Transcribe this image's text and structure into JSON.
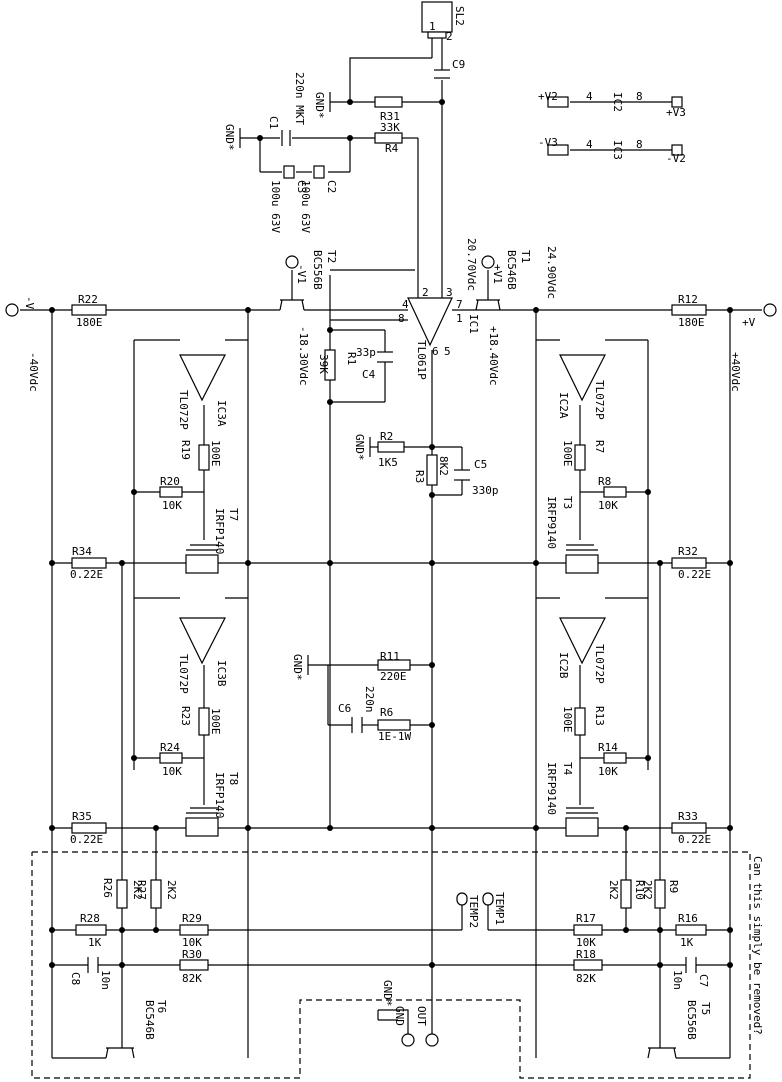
{
  "connector": {
    "name": "SL2",
    "pin1": "1",
    "pin2": "2"
  },
  "nets": {
    "gnd": "GND*",
    "gnd_out": "GND",
    "out": "OUT",
    "vneg": "-V",
    "vpos": "+V",
    "vneg_v1": "-V1",
    "vpos_v1": "+V1",
    "plus_v2": "+V2",
    "plus_v3": "+V3",
    "minus_v3": "-V3",
    "minus_v2": "-V2"
  },
  "ic_power": {
    "ic2": "IC2",
    "ic3": "IC3",
    "pin4": "4",
    "pin8": "8"
  },
  "voltages": {
    "v_neg40": "-40Vdc",
    "v_pos40": "+40Vdc",
    "v_207": "20.70Vdc",
    "v_249": "24.90Vdc",
    "v_m183": "-18.30Vdc",
    "v_p184": "+18.40Vdc"
  },
  "components": {
    "C9": "C9",
    "C1": "C1",
    "C1_val": "220n MKT",
    "C3": "C3",
    "C2": "C2",
    "C3_val": "100u 63V",
    "C2_val": "100u 63V",
    "R31": "R31",
    "R31_val": "33K",
    "R4": "R4",
    "T2": "T2",
    "T2_type": "BC556B",
    "T1": "T1",
    "T1_type": "BC546B",
    "R22": "R22",
    "R22_val": "180E",
    "R12": "R12",
    "R12_val": "180E",
    "IC1": "IC1",
    "IC1_type": "TL061P",
    "R1": "R1",
    "R1_val": "39K",
    "C4": "C4",
    "C4_val": "33p",
    "R2": "R2",
    "R2_val": "1K5",
    "R3": "R3",
    "R3_val": "8K2",
    "C5": "C5",
    "C5_val": "330p",
    "IC3A": "IC3A",
    "IC3A_type": "TL072P",
    "IC2A": "IC2A",
    "IC2A_type": "TL072P",
    "R19": "R19",
    "R19_val": "100E",
    "R7": "R7",
    "R7_val": "100E",
    "R20": "R20",
    "R20_val": "10K",
    "R8": "R8",
    "R8_val": "10K",
    "T7": "T7",
    "T7_type": "IRFP140",
    "T3": "T3",
    "T3_type": "IRFP9140",
    "R34": "R34",
    "R34_val": "0.22E",
    "R32": "R32",
    "R32_val": "0.22E",
    "IC3B": "IC3B",
    "IC3B_type": "TL072P",
    "IC2B": "IC2B",
    "IC2B_type": "TL072P",
    "R11": "R11",
    "R11_val": "220E",
    "C6": "C6",
    "C6_val": "220n",
    "R6": "R6",
    "R6_val": "1E-1W",
    "R23": "R23",
    "R23_val": "100E",
    "R13": "R13",
    "R13_val": "100E",
    "R24": "R24",
    "R24_val": "10K",
    "R14": "R14",
    "R14_val": "10K",
    "T8": "T8",
    "T8_type": "IRFP140",
    "T4": "T4",
    "T4_type": "IRFP9140",
    "R35": "R35",
    "R35_val": "0.22E",
    "R33": "R33",
    "R33_val": "0.22E",
    "R26": "R26",
    "R26_val": "2K2",
    "R27": "R27",
    "R27_val": "2K2",
    "R10": "R10",
    "R10_val": "2K2",
    "R9": "R9",
    "R9_val": "2K2",
    "R28": "R28",
    "R28_val": "1K",
    "R29": "R29",
    "R29_val": "10K",
    "R17": "R17",
    "R17_val": "10K",
    "R16": "R16",
    "R16_val": "1K",
    "C8": "C8",
    "C8_val": "10n",
    "R30": "R30",
    "R30_val": "82K",
    "R18": "R18",
    "R18_val": "82K",
    "C7": "C7",
    "C7_val": "10n",
    "T6": "T6",
    "T6_type": "BC546B",
    "T5": "T5",
    "T5_type": "BC556B",
    "TEMP1": "TEMP1",
    "TEMP2": "TEMP2"
  },
  "note": "Can this simply be removed?"
}
